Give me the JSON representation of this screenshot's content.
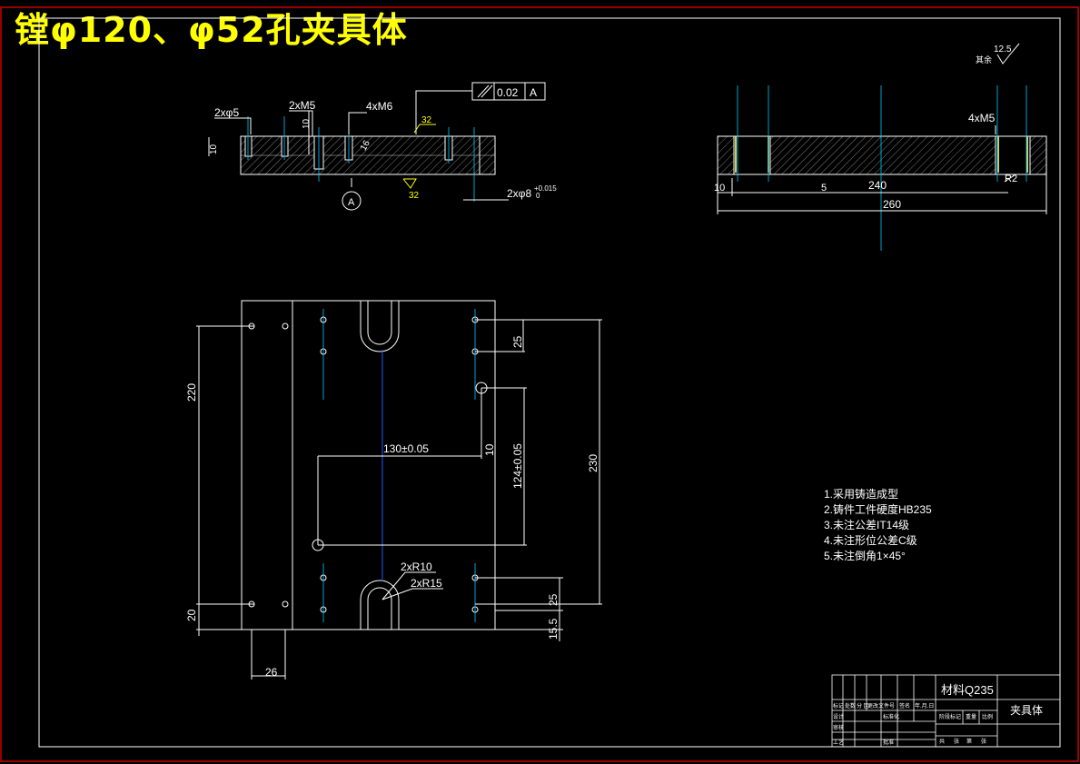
{
  "title": "镗φ120、φ52孔夹具体",
  "colors": {
    "background": "#000000",
    "border_outer": "#ff0000",
    "line": "#ffffff",
    "center_line": "#00c8ff",
    "hatch_fill": "#5a5a20",
    "bore_highlight": "#ffff7a",
    "title_text": "#ffff00"
  },
  "front_view": {
    "hole_callouts": [
      "2xφ5",
      "2xM5",
      "4xM6"
    ],
    "depth_labels": [
      "10",
      "10",
      "16"
    ],
    "flatness": {
      "value": "0.02",
      "datum": "A"
    },
    "roughness_top": "32",
    "roughness_bottom": "32",
    "datum_label": "A",
    "left_dim": "10",
    "pin_hole": "2xφ8",
    "pin_tol": "+0.015",
    "pin_tol_low": "0"
  },
  "side_view": {
    "roughness": "12.5",
    "roughness_note": "其余",
    "thread": "4xM5",
    "dims": [
      "10",
      "5",
      "240",
      "260"
    ],
    "radius": "R2"
  },
  "plan_view": {
    "dims": [
      "220",
      "20",
      "26",
      "25",
      "10",
      "130±0.05",
      "124±0.05",
      "230",
      "25",
      "15.5"
    ],
    "radius_labels": [
      "2xR10",
      "2xR15"
    ]
  },
  "notes": [
    "1.采用铸造成型",
    "2.铸件工件硬度HB235",
    "3.未注公差IT14级",
    "4.未注形位公差C级",
    "5.未注倒角1×45°"
  ],
  "title_block": {
    "material": "材料Q235",
    "part_name": "夹具体",
    "headers": [
      "标记",
      "处数",
      "分 区",
      "更改文件号",
      "签名",
      "年.月.日"
    ],
    "rows": [
      "设计",
      "审核",
      "工艺"
    ],
    "right_labels": [
      "标准化",
      "批准"
    ],
    "stage_labels": [
      "阶段标记",
      "重量",
      "比例"
    ],
    "sheet_labels": [
      "共",
      "张",
      "第",
      "张"
    ]
  }
}
